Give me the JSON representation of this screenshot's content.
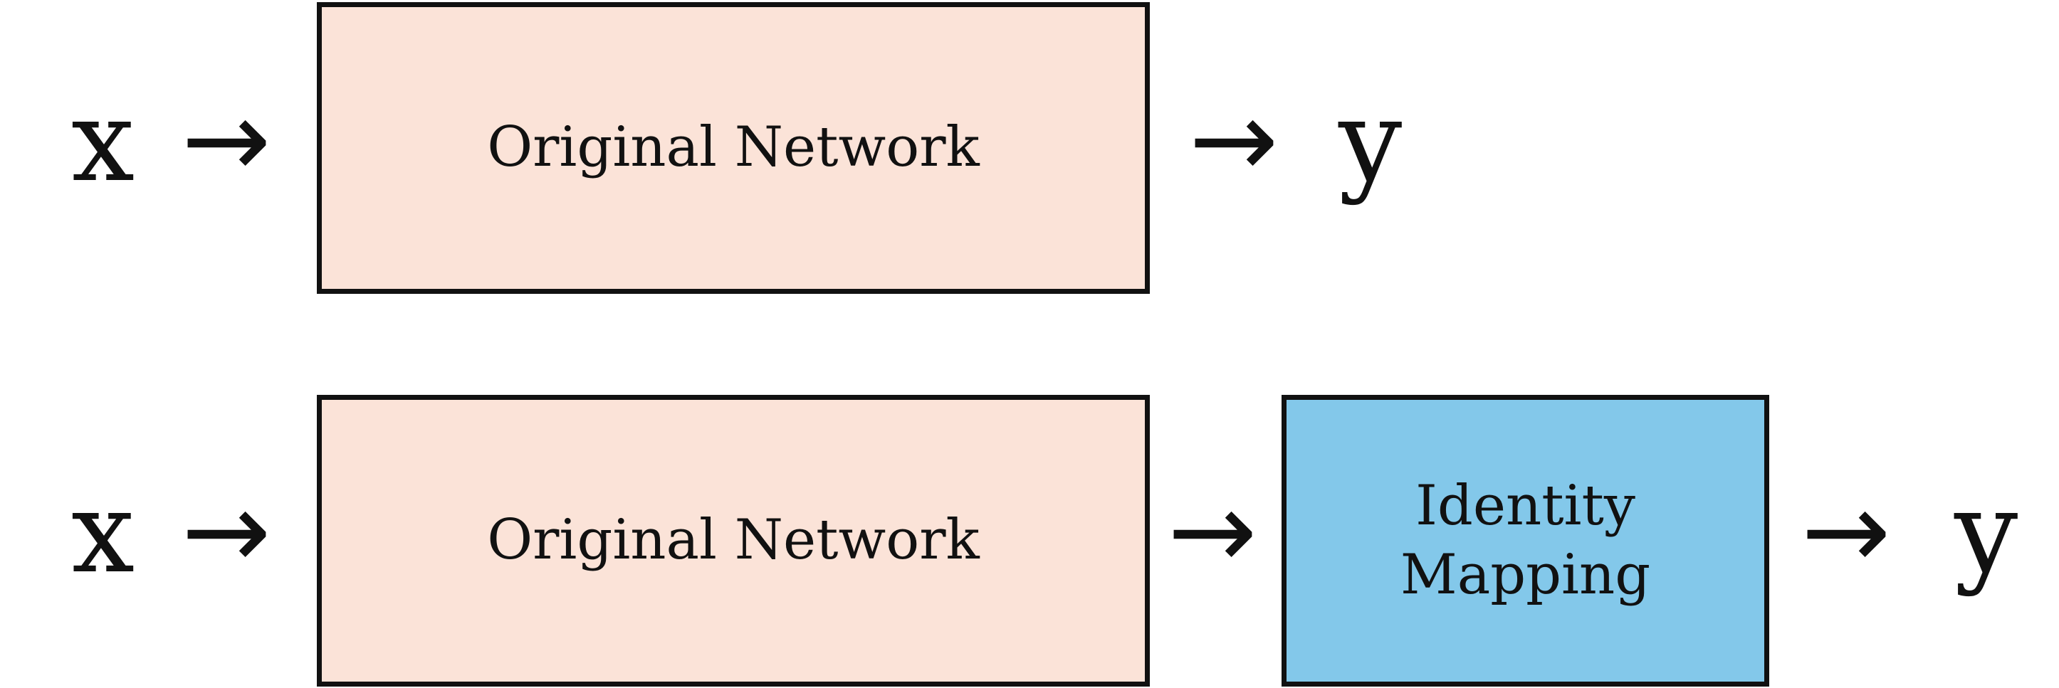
{
  "rows": [
    {
      "input": "x",
      "output": "y",
      "boxes": [
        {
          "label": "Original Network",
          "color": "#fbe3d8"
        }
      ]
    },
    {
      "input": "x",
      "output": "y",
      "boxes": [
        {
          "label": "Original Network",
          "color": "#fbe3d8"
        },
        {
          "label": "Identity\nMapping",
          "color": "#83c8ea"
        }
      ]
    }
  ],
  "arrow_glyph": "→"
}
